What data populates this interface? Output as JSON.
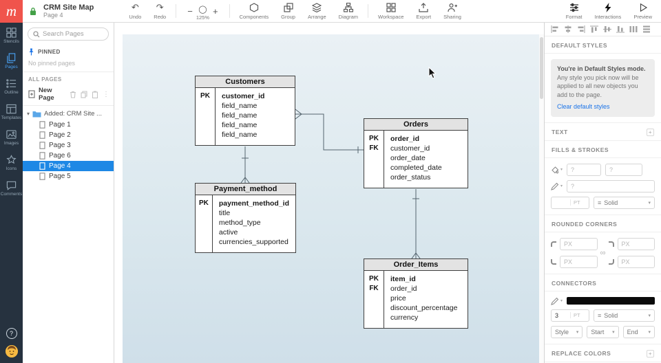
{
  "app": {
    "logo_letter": "m",
    "title": "CRM Site Map",
    "subtitle": "Page 4"
  },
  "colors": {
    "logo_red": "#f0544c",
    "lock_green": "#43a047",
    "accent_blue": "#1e88e5",
    "sidebar_bg": "#26323f",
    "canvas_top": "#eaf1f5",
    "canvas_bottom": "#cfdfe9",
    "connector_swatch": "#0a0a0a"
  },
  "toolbar": {
    "undo": "Undo",
    "redo": "Redo",
    "zoom_out": "−",
    "zoom_in": "+",
    "zoom_level": "125%",
    "components": "Components",
    "group": "Group",
    "arrange": "Arrange",
    "diagram": "Diagram",
    "workspace": "Workspace",
    "export": "Export",
    "sharing": "Sharing",
    "format": "Format",
    "interactions": "Interactions",
    "preview": "Preview"
  },
  "sidebar": {
    "items": [
      {
        "label": "Stencils",
        "icon": "stencils-icon",
        "active": false
      },
      {
        "label": "Pages",
        "icon": "pages-icon",
        "active": true
      },
      {
        "label": "Outline",
        "icon": "outline-icon",
        "active": false
      },
      {
        "label": "Templates",
        "icon": "templates-icon",
        "active": false
      },
      {
        "label": "Images",
        "icon": "images-icon",
        "active": false
      },
      {
        "label": "Icons",
        "icon": "icons-icon",
        "active": false
      },
      {
        "label": "Comments",
        "icon": "comments-icon",
        "active": false
      }
    ],
    "help_label": "?"
  },
  "pages_panel": {
    "search_placeholder": "Search Pages",
    "pinned_header": "PINNED",
    "no_pinned": "No pinned pages",
    "all_pages_header": "ALL PAGES",
    "new_page_label": "New Page",
    "row_icons": [
      "trash-icon",
      "duplicate-icon",
      "clipboard-icon",
      "kebab-icon"
    ],
    "folder_caret": "▾",
    "folder_label": "Added: CRM Site ...",
    "pages": [
      "Page 1",
      "Page 2",
      "Page 3",
      "Page 6",
      "Page 4",
      "Page 5"
    ],
    "selected_page": "Page 4"
  },
  "canvas": {
    "tables": [
      {
        "name": "Customers",
        "rows": [
          {
            "key": "PK",
            "field": "customer_id"
          },
          {
            "key": "",
            "field": "field_name"
          },
          {
            "key": "",
            "field": "field_name"
          },
          {
            "key": "",
            "field": "field_name"
          },
          {
            "key": "",
            "field": "field_name"
          }
        ]
      },
      {
        "name": "Orders",
        "rows": [
          {
            "key": "PK",
            "field": "order_id"
          },
          {
            "key": "FK",
            "field": "customer_id"
          },
          {
            "key": "",
            "field": "order_date"
          },
          {
            "key": "",
            "field": "completed_date"
          },
          {
            "key": "",
            "field": "order_status"
          }
        ]
      },
      {
        "name": "Payment_method",
        "rows": [
          {
            "key": "PK",
            "field": "payment_method_id"
          },
          {
            "key": "",
            "field": "title"
          },
          {
            "key": "",
            "field": "method_type"
          },
          {
            "key": "",
            "field": "active"
          },
          {
            "key": "",
            "field": "currencies_supported"
          }
        ]
      },
      {
        "name": "Order_Items",
        "rows": [
          {
            "key": "PK",
            "field": "item_id"
          },
          {
            "key": "FK",
            "field": "order_id"
          },
          {
            "key": "",
            "field": "price"
          },
          {
            "key": "",
            "field": "discount_percentage"
          },
          {
            "key": "",
            "field": "currency"
          }
        ]
      }
    ]
  },
  "format_panel": {
    "align_tools": [
      "align-left",
      "align-center-horizontal",
      "align-right",
      "align-top",
      "align-middle",
      "align-bottom",
      "distribute-horizontal",
      "distribute-vertical"
    ],
    "sections": {
      "default_styles": {
        "header": "DEFAULT STYLES",
        "notice_title": "You're in Default Styles mode.",
        "notice_body": "Any style you pick now will be applied to all new objects you add to the page.",
        "clear_link": "Clear default styles"
      },
      "text": {
        "header": "TEXT",
        "expand": "+"
      },
      "fills": {
        "header": "FILLS & STROKES",
        "fill_placeholder": "?",
        "fill2_placeholder": "?",
        "stroke_placeholder": "?",
        "pt_placeholder": "PT",
        "stroke_style": "Solid",
        "caret": "▾",
        "lines_glyph": "≡"
      },
      "corners": {
        "header": "ROUNDED CORNERS",
        "px_placeholder": "PX",
        "link_glyph": "∞"
      },
      "connectors": {
        "header": "CONNECTORS",
        "width_value": "3",
        "pt_suffix": "PT",
        "line_style": "Solid",
        "style_label": "Style",
        "start_label": "Start",
        "end_label": "End",
        "caret": "▾",
        "lines_glyph": "≡"
      },
      "replace_colors": {
        "header": "REPLACE COLORS",
        "expand": "+"
      }
    }
  }
}
